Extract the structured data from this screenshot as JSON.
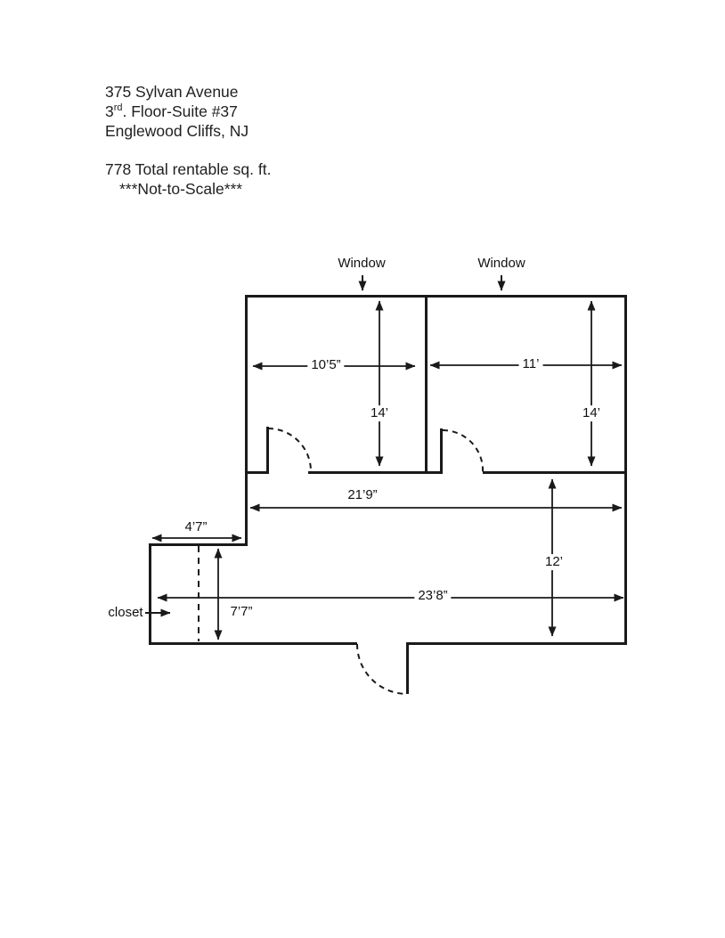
{
  "page": {
    "background": "#ffffff",
    "line_color": "#1a1a1a"
  },
  "header": {
    "address_line1": "375 Sylvan Avenue",
    "address_line2": {
      "base": "3",
      "superscript": "rd",
      "rest": ". Floor-Suite #37"
    },
    "address_line3": "Englewood Cliffs, NJ",
    "total_area": "778 Total rentable sq. ft.",
    "scale_note": "***Not-to-Scale***"
  },
  "floor_plan": {
    "window_labels": [
      "Window",
      "Window"
    ],
    "closet_label": "closet",
    "dimensions": {
      "room1_width": "10’5”",
      "room1_depth": "14’",
      "room2_width": "11’",
      "room2_depth": "14’",
      "main_area_width": "21’9”",
      "main_area_depth": "12’",
      "overall_width": "23’8”",
      "closet_nook_width": "4’7”",
      "closet_nook_depth": "7’7”"
    }
  }
}
